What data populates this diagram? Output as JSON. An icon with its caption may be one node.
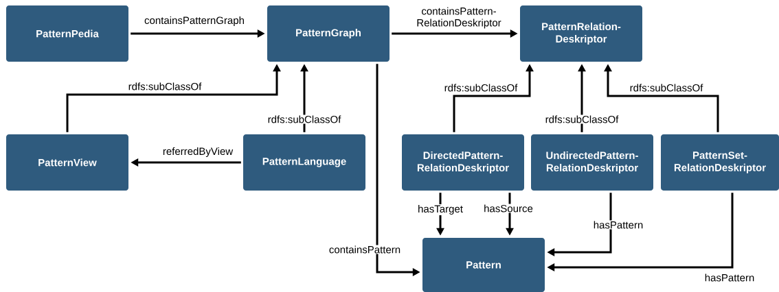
{
  "diagram": {
    "nodes": [
      {
        "text": [
          "PatternPedia"
        ]
      },
      {
        "text": [
          "PatternGraph"
        ]
      },
      {
        "text": [
          "PatternRelation- Deskriptor"
        ]
      },
      {
        "text": [
          "PatternView"
        ]
      },
      {
        "text": [
          "PatternLanguage"
        ]
      },
      {
        "text": [
          "DirectedPattern- RelationDeskriptor"
        ]
      },
      {
        "text": [
          "UndirectedPattern- RelationDeskriptor"
        ]
      },
      {
        "text": [
          "PatternSet- RelationDeskriptor"
        ]
      },
      {
        "text": [
          "Pattern"
        ]
      }
    ],
    "edges": [
      {
        "from": 0,
        "to": 1,
        "arrow": "to",
        "label": "containsPatternGraph"
      },
      {
        "from": 1,
        "to": 2,
        "arrow": "to",
        "label": "containsPattern- RelationDeskriptor"
      },
      {
        "from": 3,
        "to": 1,
        "arrow": "to",
        "label": "rdfs:subClassOf"
      },
      {
        "from": 4,
        "to": 1,
        "arrow": "to",
        "label": "rdfs:subClassOf"
      },
      {
        "from": 4,
        "to": 3,
        "arrow": "to",
        "label": "referredByView"
      },
      {
        "from": 1,
        "to": 8,
        "arrow": "to",
        "label": "containsPattern"
      },
      {
        "from": 5,
        "to": 2,
        "arrow": "to",
        "label": "rdfs:subClassOf"
      },
      {
        "from": 6,
        "to": 2,
        "arrow": "to",
        "label": "rdfs:subClassOf"
      },
      {
        "from": 7,
        "to": 2,
        "arrow": "to",
        "label": "rdfs:subClassOf"
      },
      {
        "from": 5,
        "to": 8,
        "arrow": "to",
        "label": "hasTarget"
      },
      {
        "from": 5,
        "to": 8,
        "arrow": "to",
        "label": "hasSource"
      },
      {
        "from": 6,
        "to": 8,
        "arrow": "to",
        "label": "hasPattern"
      },
      {
        "from": 7,
        "to": 8,
        "arrow": "to",
        "label": "hasPattern"
      }
    ]
  }
}
